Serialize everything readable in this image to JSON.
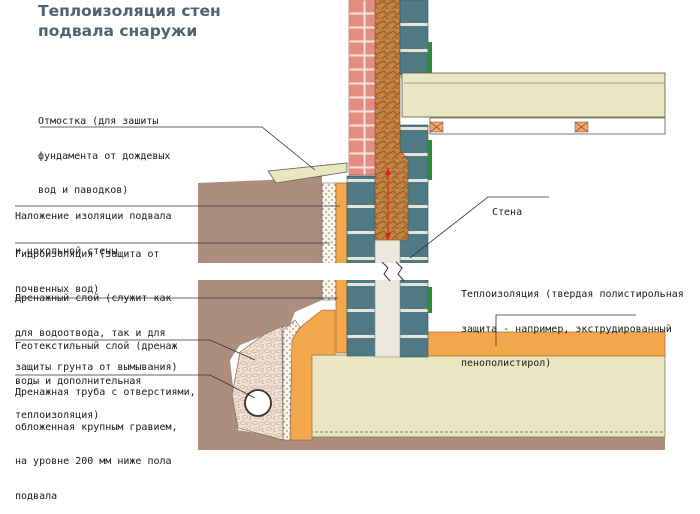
{
  "title": {
    "line1": "Теплоизоляция стен",
    "line2": "подвала снаружи"
  },
  "labels": {
    "otmostka": [
      "Отмостка (для зашиты",
      "фундамента от дождевых",
      "вод и паводков)"
    ],
    "nalozhenie": [
      "Наложение изоляции подвала",
      "и цокольной стены"
    ],
    "gidroizolyaciya": [
      "Гидроизоляция (защита от",
      "почвенных вод)"
    ],
    "drenazhny_sloy": [
      "Дренажный слой (служит как",
      "для водоотвода, так и для",
      "защиты грунта от вымывания)"
    ],
    "geotekstil": [
      "Геотекстильный слой (дренаж",
      "воды и дополнительная",
      "теплоизоляция)"
    ],
    "drenazhnaya_truba": [
      "Дренажная труба с отверстиями,",
      "обложенная крупным гравием,",
      "на уровне 200 мм ниже пола",
      "подвала"
    ],
    "stena": [
      "Стена"
    ],
    "teploizolyaciya": [
      "Теплоизоляция (твердая полистирольная",
      "защита - например, экструдированный",
      "пенополистирол)"
    ]
  },
  "colors": {
    "soil": "#ad8d7e",
    "brick": "#e58c80",
    "block": "#4f7a85",
    "insulation": "#f3a84d",
    "slab": "#e9e7c2",
    "wood": "#bf7c3c",
    "gravel": "#efe0d2",
    "mortar": "#ebe8dd",
    "title": "#4f6272"
  }
}
